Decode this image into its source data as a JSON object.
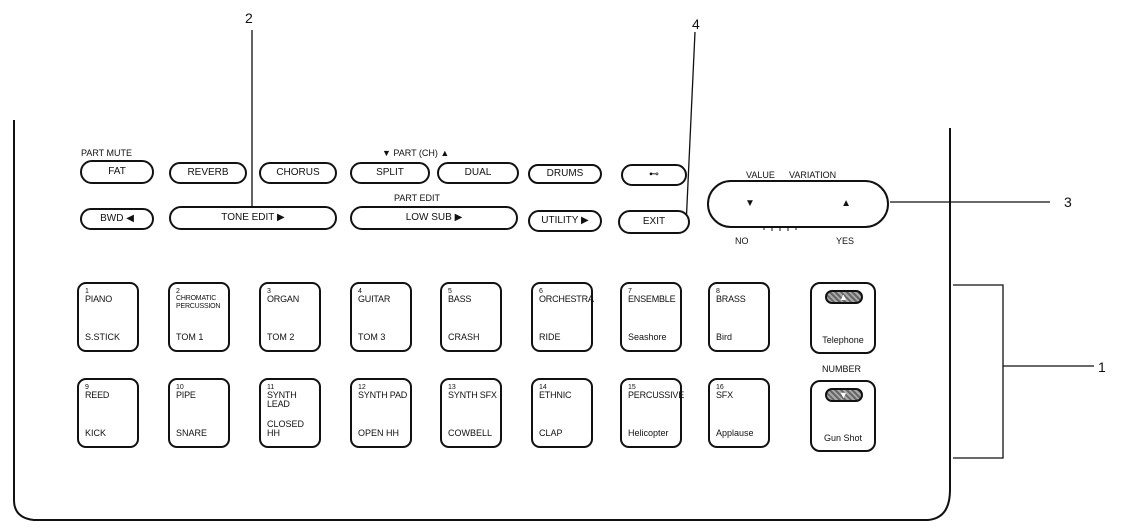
{
  "callouts": [
    "1",
    "2",
    "3",
    "4"
  ],
  "labels": {
    "part_mute": "PART MUTE",
    "part_ch": "▼  PART (CH)  ▲",
    "part_edit": "PART EDIT",
    "value": "VALUE",
    "variation": "VARIATION",
    "no": "NO",
    "yes": "YES",
    "number": "NUMBER"
  },
  "buttons": {
    "fat": "FAT",
    "reverb": "REVERB",
    "chorus": "CHORUS",
    "split": "SPLIT",
    "dual": "DUAL",
    "drums": "DRUMS",
    "link": "⊷",
    "bwd": "BWD ◀",
    "tone_edit": "TONE EDIT ▶",
    "low_sub": "LOW SUB ▶",
    "utility": "UTILITY ▶",
    "exit": "EXIT",
    "value_down": "▼",
    "value_up": "▲"
  },
  "pads": [
    {
      "num": "1",
      "name": "PIANO",
      "sub": "S.STICK"
    },
    {
      "num": "2",
      "name": "CHROMATIC PERCUSSION",
      "sub": "TOM 1"
    },
    {
      "num": "3",
      "name": "ORGAN",
      "sub": "TOM 2"
    },
    {
      "num": "4",
      "name": "GUITAR",
      "sub": "TOM 3"
    },
    {
      "num": "5",
      "name": "BASS",
      "sub": "CRASH"
    },
    {
      "num": "6",
      "name": "ORCHESTRA",
      "sub": "RIDE"
    },
    {
      "num": "7",
      "name": "ENSEMBLE",
      "sub": "Seashore"
    },
    {
      "num": "8",
      "name": "BRASS",
      "sub": "Bird"
    },
    {
      "num": "9",
      "name": "REED",
      "sub": "KICK"
    },
    {
      "num": "10",
      "name": "PIPE",
      "sub": "SNARE"
    },
    {
      "num": "11",
      "name": "SYNTH LEAD",
      "sub": "CLOSED HH"
    },
    {
      "num": "12",
      "name": "SYNTH PAD",
      "sub": "OPEN HH"
    },
    {
      "num": "13",
      "name": "SYNTH SFX",
      "sub": "COWBELL"
    },
    {
      "num": "14",
      "name": "ETHNIC",
      "sub": "CLAP"
    },
    {
      "num": "15",
      "name": "PERCUSSIVE",
      "sub": "Helicopter"
    },
    {
      "num": "16",
      "name": "SFX",
      "sub": "Applause"
    }
  ],
  "number_buttons": {
    "up_label": "Telephone",
    "down_label": "Gun Shot",
    "up_icon": "▲",
    "down_icon": "▼"
  }
}
